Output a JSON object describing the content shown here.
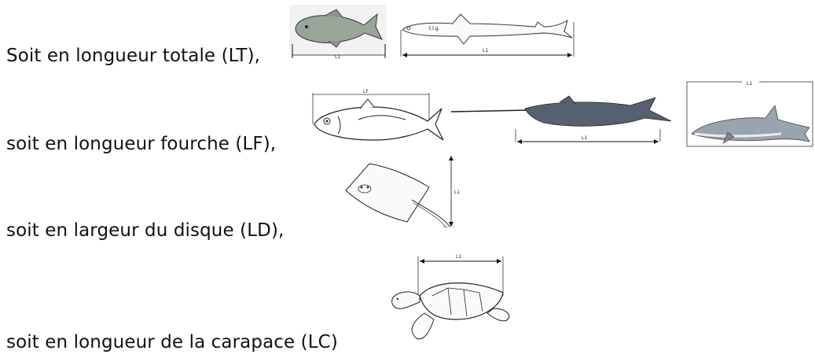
{
  "lines": [
    {
      "text": "Soit en longueur totale (LT),"
    },
    {
      "text": "soit en longueur fourche (LF),"
    },
    {
      "text": "soit en largeur du disque (LD),"
    },
    {
      "text": "soit en longueur de la carapace (LC)"
    }
  ],
  "figures": {
    "fish_box": {
      "label": "L1"
    },
    "shark": {
      "label": "L1",
      "small_label": "t.l.g."
    },
    "tuna": {
      "label": "LF"
    },
    "swordfish": {
      "label": "L1"
    },
    "dolphin": {
      "label": "L1"
    },
    "ray": {
      "label": "L1"
    },
    "turtle": {
      "label": "L1"
    }
  }
}
